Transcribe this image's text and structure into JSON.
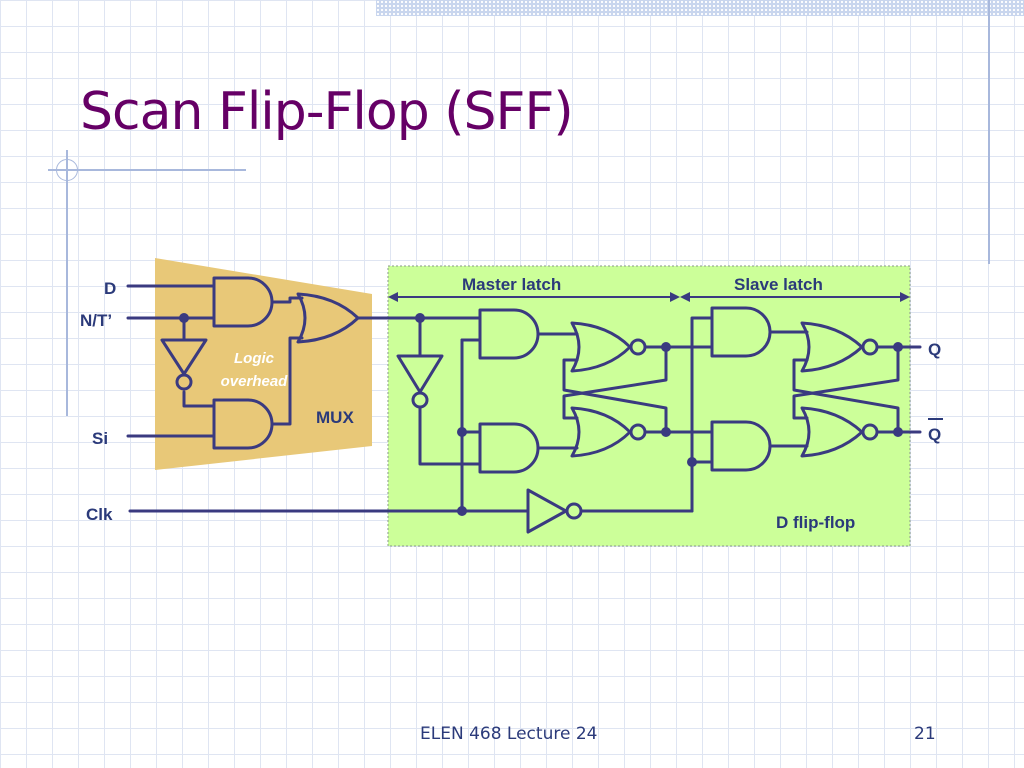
{
  "slide": {
    "title": "Scan Flip-Flop (SFF)",
    "footer": "ELEN 468 Lecture 24",
    "page_number": "21"
  },
  "diagram": {
    "inputs": [
      "D",
      "N/T’",
      "Si",
      "Clk"
    ],
    "outputs": [
      "Q",
      "Q"
    ],
    "output_q_bar": true,
    "mux_label": "MUX",
    "logic_overhead_label": [
      "Logic",
      "overhead"
    ],
    "master_latch_label": "Master latch",
    "slave_latch_label": "Slave latch",
    "dff_label": "D flip-flop",
    "colors": {
      "wire": "#3a3a80",
      "mux_region": "#e8c878",
      "dff_region": "#ccff99",
      "title": "#660066",
      "logic_overhead_text": "#ffffff"
    }
  }
}
